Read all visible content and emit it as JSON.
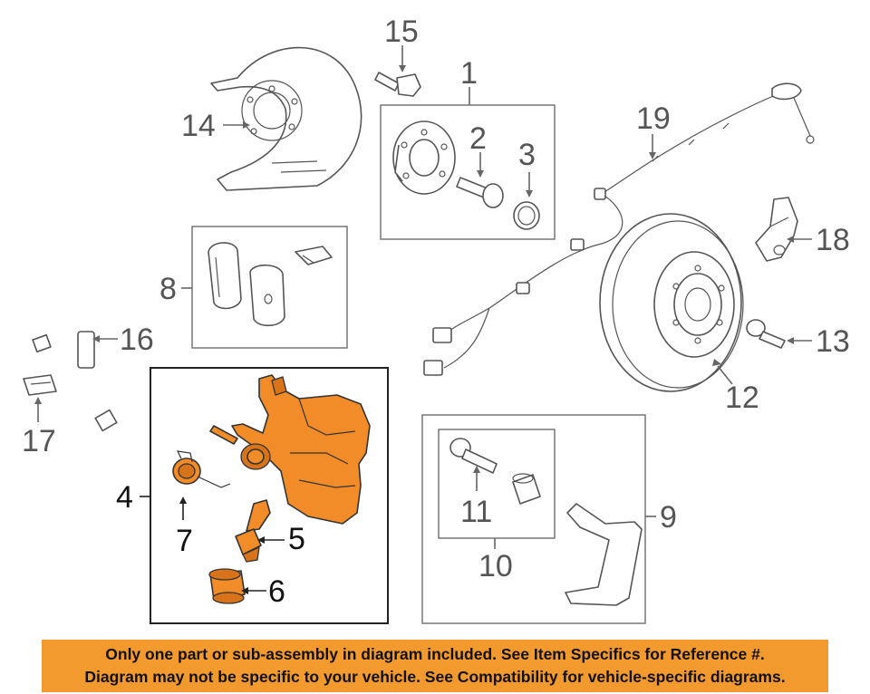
{
  "callouts": {
    "c1": "1",
    "c2": "2",
    "c3": "3",
    "c4": "4",
    "c5": "5",
    "c6": "6",
    "c7": "7",
    "c8": "8",
    "c9": "9",
    "c10": "10",
    "c11": "11",
    "c12": "12",
    "c13": "13",
    "c14": "14",
    "c15": "15",
    "c16": "16",
    "c17": "17",
    "c18": "18",
    "c19": "19"
  },
  "banner": {
    "line1": "Only one part or sub-assembly in diagram included. See Item Specifics for Reference #.",
    "line2": "Diagram may not be specific to your vehicle. See Compatibility for vehicle-specific diagrams."
  },
  "colors": {
    "highlight": "#f28c28",
    "banner": "#f29a2e",
    "linework": "#555555"
  }
}
